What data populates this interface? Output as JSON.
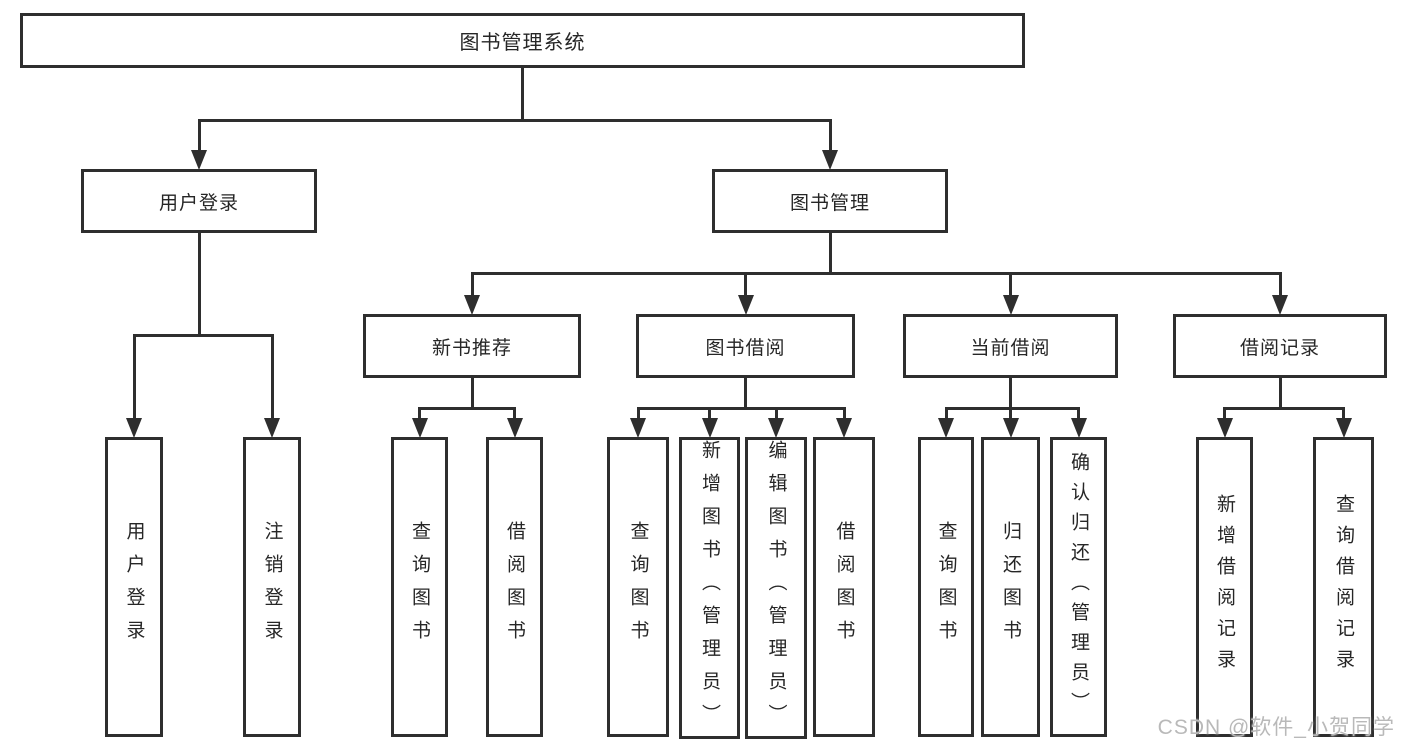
{
  "diagram": {
    "nodes": [
      {
        "id": "root",
        "label": "图书管理系统"
      },
      {
        "id": "user-login",
        "label": "用户登录"
      },
      {
        "id": "book-mgmt",
        "label": "图书管理"
      },
      {
        "id": "new-book-recommend",
        "label": "新书推荐"
      },
      {
        "id": "book-borrow",
        "label": "图书借阅"
      },
      {
        "id": "current-borrow",
        "label": "当前借阅"
      },
      {
        "id": "borrow-records",
        "label": "借阅记录"
      },
      {
        "id": "leaf-user-login",
        "label": "用户登录"
      },
      {
        "id": "leaf-logout-login",
        "label": "注销登录"
      },
      {
        "id": "leaf-nbr-query-book",
        "label": "查询图书"
      },
      {
        "id": "leaf-nbr-borrow-book",
        "label": "借阅图书"
      },
      {
        "id": "leaf-bb-query-book",
        "label": "查询图书"
      },
      {
        "id": "leaf-bb-add-book",
        "label": "新增图书（管理员）"
      },
      {
        "id": "leaf-bb-edit-book",
        "label": "编辑图书（管理员）"
      },
      {
        "id": "leaf-bb-borrow-book",
        "label": "借阅图书"
      },
      {
        "id": "leaf-cb-query-book",
        "label": "查询图书"
      },
      {
        "id": "leaf-cb-return-book",
        "label": "归还图书"
      },
      {
        "id": "leaf-cb-confirm-return",
        "label": "确认归还（管理员）"
      },
      {
        "id": "leaf-br-add-record",
        "label": "新增借阅记录"
      },
      {
        "id": "leaf-br-query-record",
        "label": "查询借阅记录"
      }
    ],
    "edges": [
      {
        "parent": "root",
        "children": [
          "user-login",
          "book-mgmt"
        ]
      },
      {
        "parent": "user-login",
        "children": [
          "leaf-user-login",
          "leaf-logout-login"
        ]
      },
      {
        "parent": "book-mgmt",
        "children": [
          "new-book-recommend",
          "book-borrow",
          "current-borrow",
          "borrow-records"
        ]
      },
      {
        "parent": "new-book-recommend",
        "children": [
          "leaf-nbr-query-book",
          "leaf-nbr-borrow-book"
        ]
      },
      {
        "parent": "book-borrow",
        "children": [
          "leaf-bb-query-book",
          "leaf-bb-add-book",
          "leaf-bb-edit-book",
          "leaf-bb-borrow-book"
        ]
      },
      {
        "parent": "current-borrow",
        "children": [
          "leaf-cb-query-book",
          "leaf-cb-return-book",
          "leaf-cb-confirm-return"
        ]
      },
      {
        "parent": "borrow-records",
        "children": [
          "leaf-br-add-record",
          "leaf-br-query-record"
        ]
      }
    ],
    "colors": {
      "line": "#2e2e2e",
      "box_border": "#2e2e2e",
      "text": "#262626",
      "background": "#ffffff",
      "watermark": "#b9b9b9"
    }
  },
  "watermark": {
    "text": "CSDN @软件_小贺同学"
  }
}
